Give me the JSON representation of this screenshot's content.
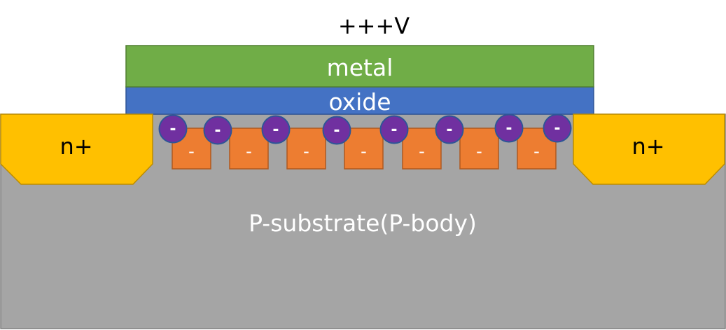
{
  "labels": {
    "voltage": "+++V",
    "metal": "metal",
    "oxide": "oxide",
    "source": "n+",
    "drain": "n+",
    "substrate": "P-substrate(P-body)"
  },
  "electrons": {
    "sign": "-",
    "count": 8
  },
  "acceptor_ions": {
    "sign": "-",
    "count": 7
  },
  "colors": {
    "metal": "#70ad47",
    "oxide": "#4472c4",
    "n_plus": "#ffc000",
    "substrate": "#a5a5a5",
    "acceptor_ion": "#ed7d31",
    "electron": "#7030a0"
  }
}
